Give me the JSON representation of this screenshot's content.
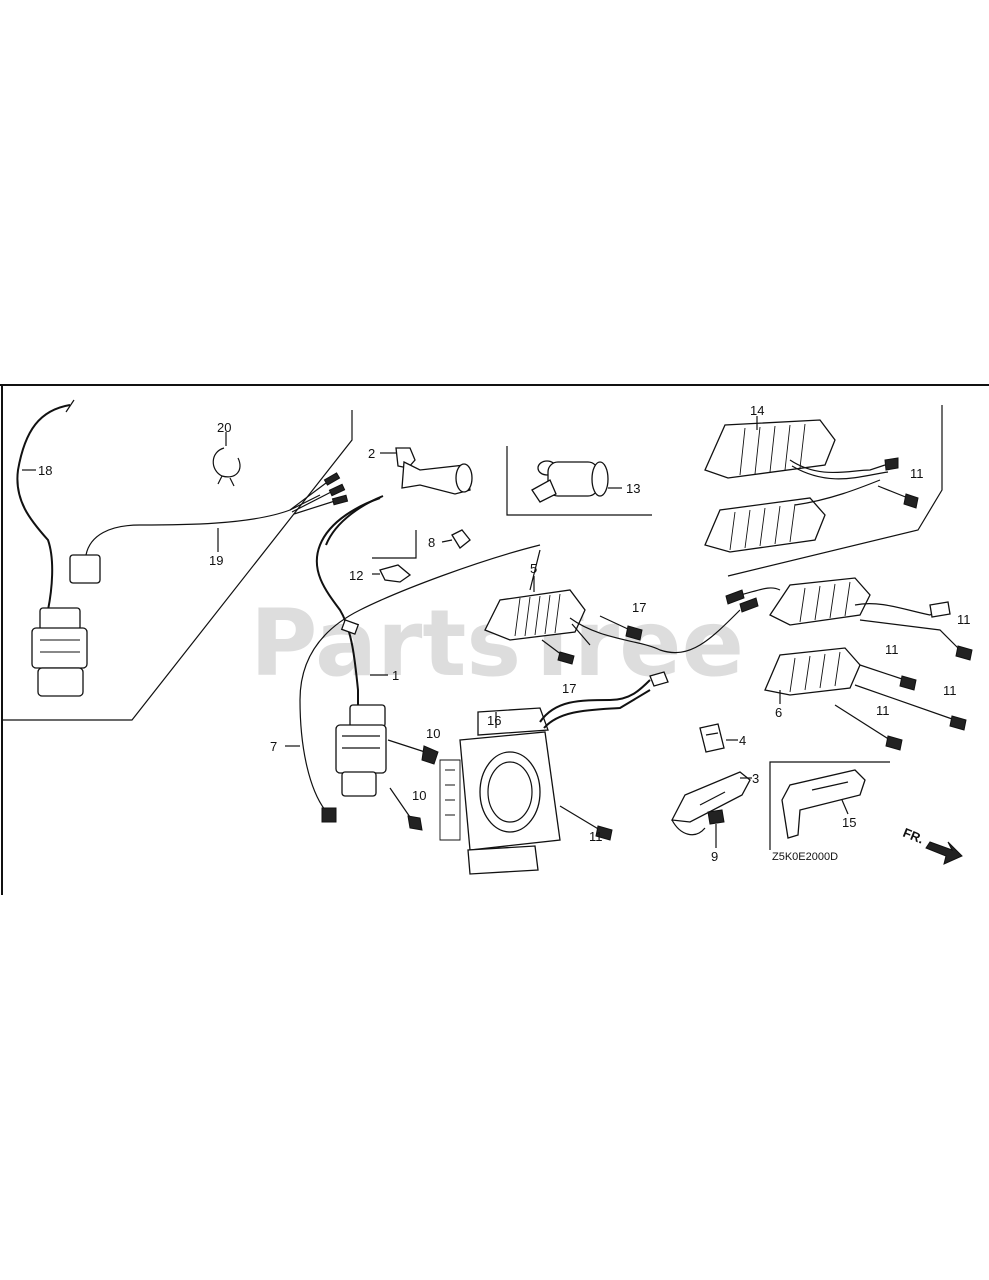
{
  "watermark": "PartsTree",
  "diagram_code": "Z5K0E2000D",
  "direction_marker": "FR.",
  "callouts": [
    "1",
    "2",
    "3",
    "4",
    "5",
    "6",
    "7",
    "8",
    "9",
    "10",
    "10",
    "11",
    "11",
    "11",
    "11",
    "11",
    "11",
    "12",
    "13",
    "14",
    "15",
    "16",
    "17",
    "17",
    "18",
    "19",
    "20"
  ]
}
